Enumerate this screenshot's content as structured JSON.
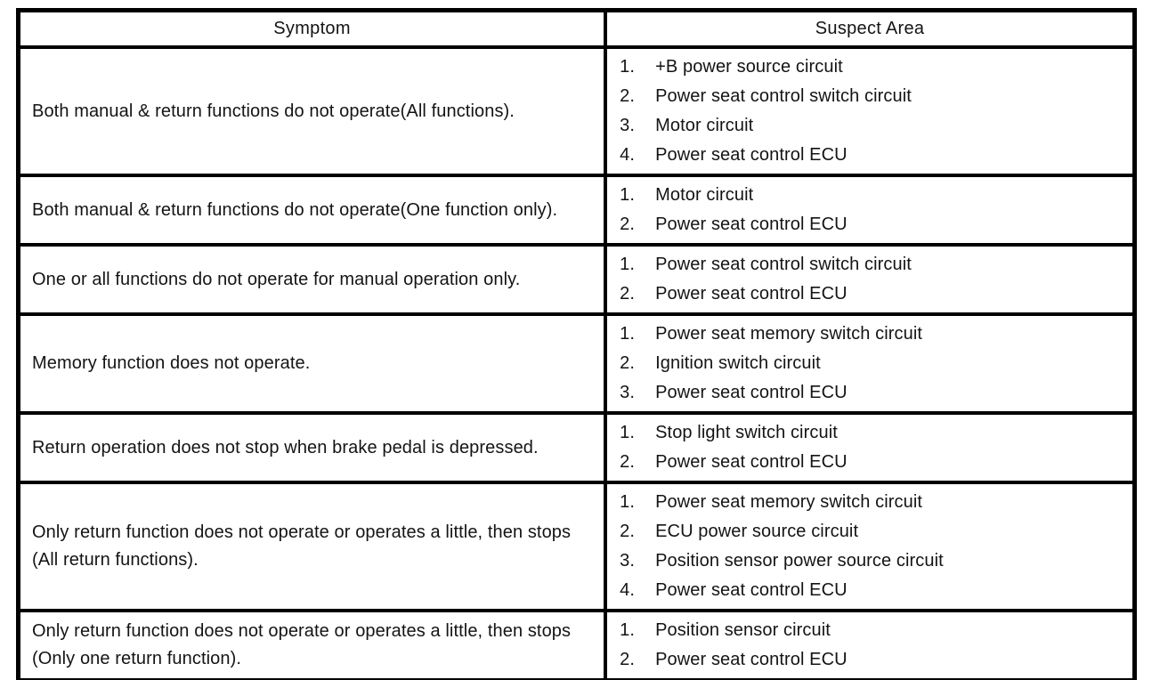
{
  "table": {
    "headers": {
      "symptom": "Symptom",
      "suspect_area": "Suspect Area"
    },
    "rows": [
      {
        "symptom": "Both manual & return functions do not operate(All functions).",
        "suspects": [
          "+B power source circuit",
          "Power seat control switch circuit",
          "Motor circuit",
          "Power seat control ECU"
        ]
      },
      {
        "symptom": "Both manual & return functions do not operate(One function only).",
        "suspects": [
          "Motor circuit",
          "Power seat control ECU"
        ]
      },
      {
        "symptom": "One or all functions do not operate for manual operation only.",
        "suspects": [
          "Power seat control switch circuit",
          "Power seat control ECU"
        ]
      },
      {
        "symptom": "Memory function does not operate.",
        "suspects": [
          "Power seat memory switch circuit",
          "Ignition switch circuit",
          "Power seat control ECU"
        ]
      },
      {
        "symptom": "Return operation does not stop when brake pedal is depressed.",
        "suspects": [
          "Stop light switch circuit",
          "Power seat control ECU"
        ]
      },
      {
        "symptom": "Only return function does not operate or operates a little, then stops (All return functions).",
        "suspects": [
          "Power seat memory switch circuit",
          "ECU power source circuit",
          "Position sensor power source circuit",
          "Power seat control ECU"
        ]
      },
      {
        "symptom": "Only return function does not operate or operates a little, then stops (Only one return function).",
        "suspects": [
          "Position sensor circuit",
          "Power seat control ECU"
        ]
      }
    ],
    "colors": {
      "border": "#000000",
      "background": "#ffffff",
      "text": "#141414"
    }
  }
}
